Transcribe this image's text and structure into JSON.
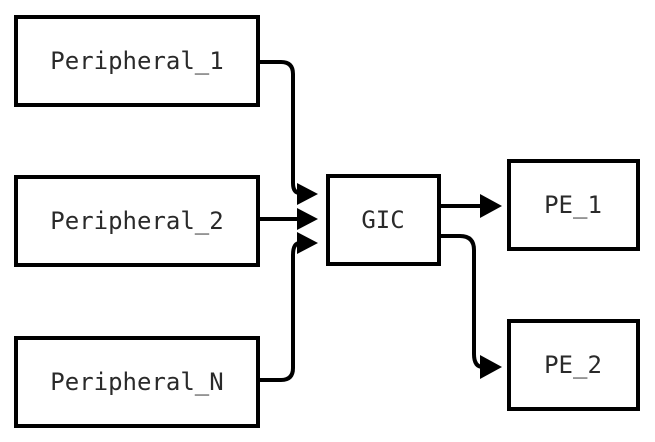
{
  "diagram": {
    "nodes": {
      "peripheral_1": {
        "label": "Peripheral_1"
      },
      "peripheral_2": {
        "label": "Peripheral_2"
      },
      "peripheral_n": {
        "label": "Peripheral_N"
      },
      "gic": {
        "label": "GIC"
      },
      "pe_1": {
        "label": "PE_1"
      },
      "pe_2": {
        "label": "PE_2"
      }
    },
    "edges": [
      {
        "from": "Peripheral_1",
        "to": "GIC"
      },
      {
        "from": "Peripheral_2",
        "to": "GIC"
      },
      {
        "from": "Peripheral_N",
        "to": "GIC"
      },
      {
        "from": "GIC",
        "to": "PE_1"
      },
      {
        "from": "GIC",
        "to": "PE_2"
      }
    ],
    "colors": {
      "stroke": "#000000",
      "text": "#2a2a2a",
      "background": "#ffffff"
    }
  }
}
